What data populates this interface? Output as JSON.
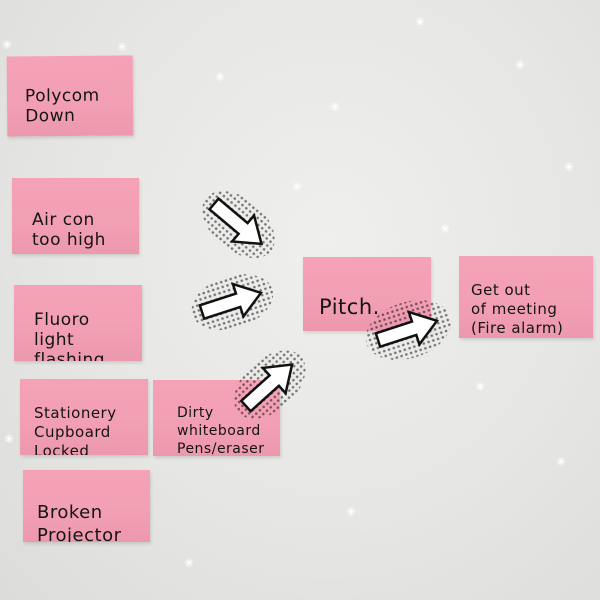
{
  "notes": [
    {
      "id": "polycom",
      "text": "Polycom\nDown"
    },
    {
      "id": "aircon",
      "text": "Air con\ntoo high"
    },
    {
      "id": "fluoro",
      "text": "Fluoro\nlight\nflashing"
    },
    {
      "id": "stationery",
      "text": "Stationery\nCupboard\nLocked"
    },
    {
      "id": "whiteboard",
      "text": "Dirty\nwhiteboard\nPens/eraser ☹"
    },
    {
      "id": "projector",
      "text": "Broken\nProjector"
    },
    {
      "id": "pitch",
      "text": "Pitch."
    },
    {
      "id": "getout",
      "text": "Get out\nof meeting\n(Fire alarm)"
    }
  ],
  "colors": {
    "note": "#f29fb3",
    "wall": "#e8e8e6",
    "arrow_fill": "#ffffff",
    "arrow_outline": "#111111"
  },
  "decoration": {
    "arrow_icon": "comic-arrow-icon",
    "sparkle_icon": "snowflake-sparkle-icon",
    "sparkle_glyph": "✳"
  }
}
